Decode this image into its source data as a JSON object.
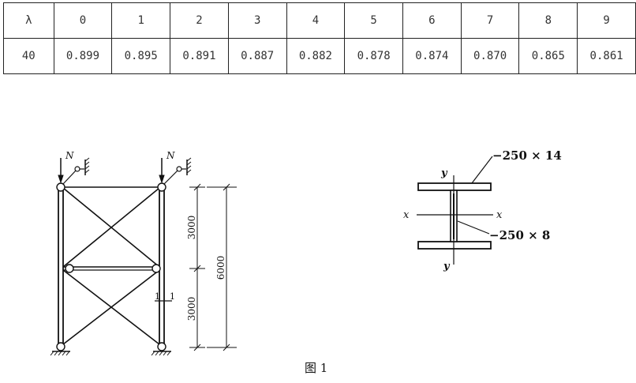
{
  "table": {
    "header_label": "λ",
    "columns": [
      "0",
      "1",
      "2",
      "3",
      "4",
      "5",
      "6",
      "7",
      "8",
      "9"
    ],
    "rows": [
      {
        "lambda": "40",
        "values": [
          "0.899",
          "0.895",
          "0.891",
          "0.887",
          "0.882",
          "0.878",
          "0.874",
          "0.870",
          "0.865",
          "0.861"
        ]
      }
    ]
  },
  "frame": {
    "load_label_left": "N",
    "load_label_right": "N",
    "dim_upper": "3000",
    "dim_lower": "3000",
    "dim_total": "6000",
    "section_mark": "1",
    "section_mark_right": "1"
  },
  "section": {
    "flange_label": "−250 × 14",
    "web_label": "−250 × 8",
    "axis_x_left": "x",
    "axis_x_right": "x",
    "axis_y_top": "y",
    "axis_y_bottom": "y"
  },
  "caption": "图 1"
}
